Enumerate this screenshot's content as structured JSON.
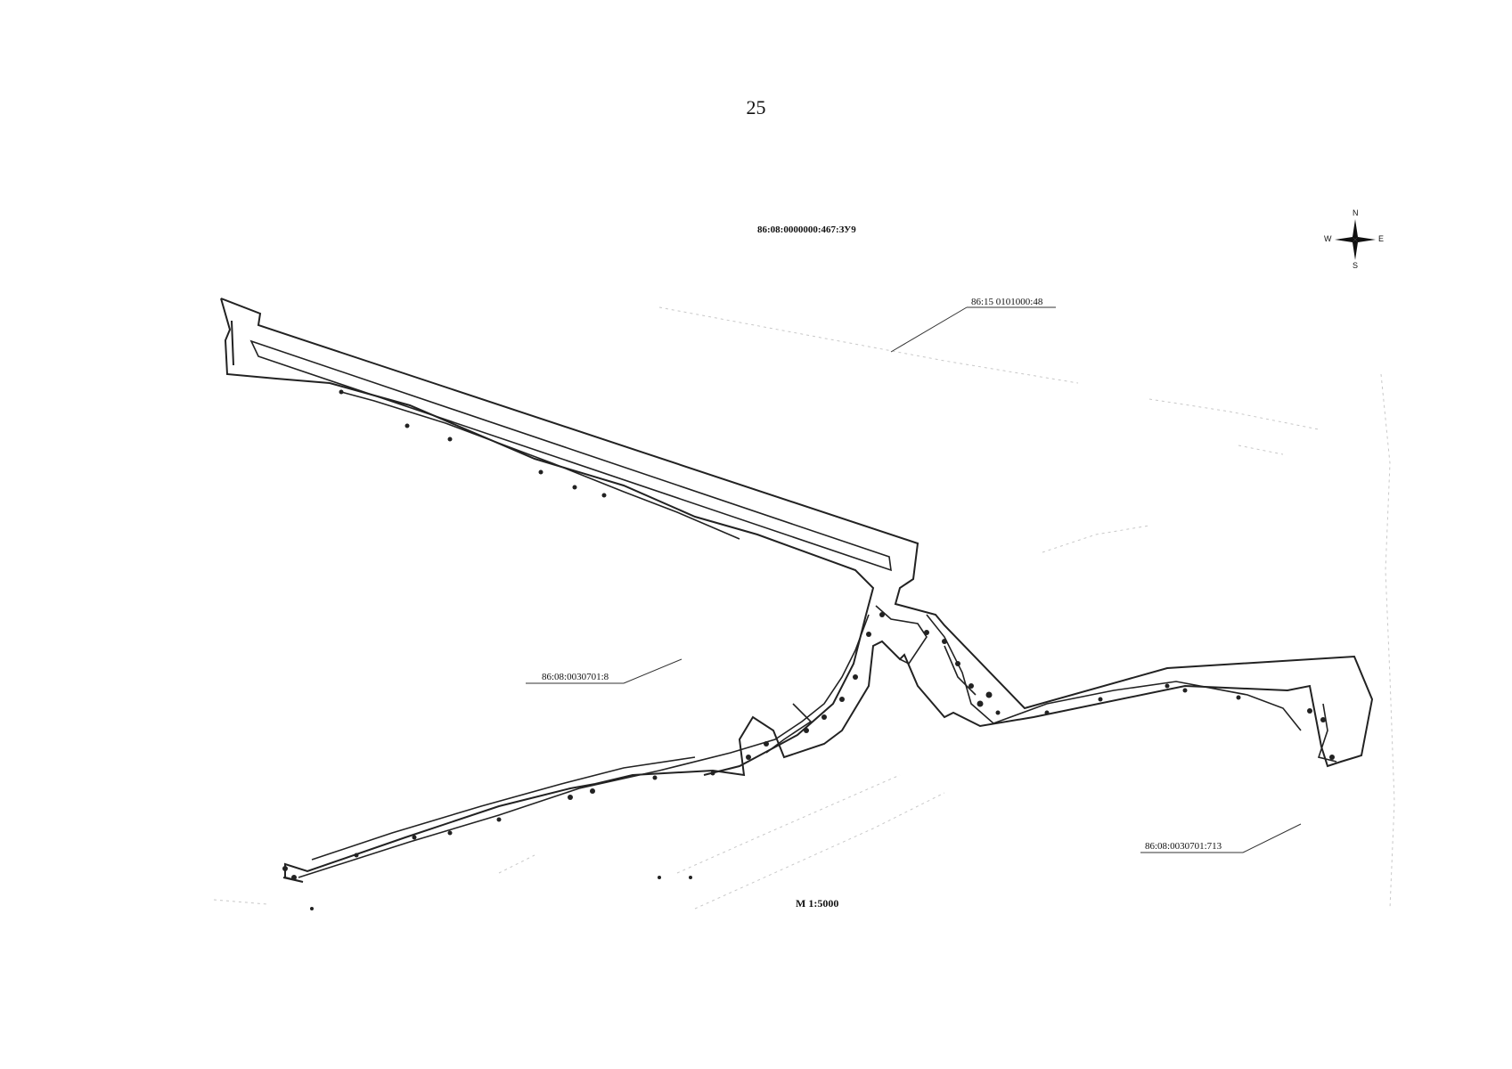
{
  "page": {
    "number": "25"
  },
  "map": {
    "scale": "M 1:5000",
    "compass": {
      "n": "N",
      "s": "S",
      "e": "E",
      "w": "W"
    },
    "parcels": [
      {
        "id": "parcel-top",
        "label": "86:08:0000000:467:ЗУ9"
      },
      {
        "id": "parcel-road",
        "label": "86:15 0101000:48"
      },
      {
        "id": "parcel-left",
        "label": "86:08:0030701:8"
      },
      {
        "id": "parcel-right",
        "label": "86:08:0030701:713"
      }
    ]
  }
}
